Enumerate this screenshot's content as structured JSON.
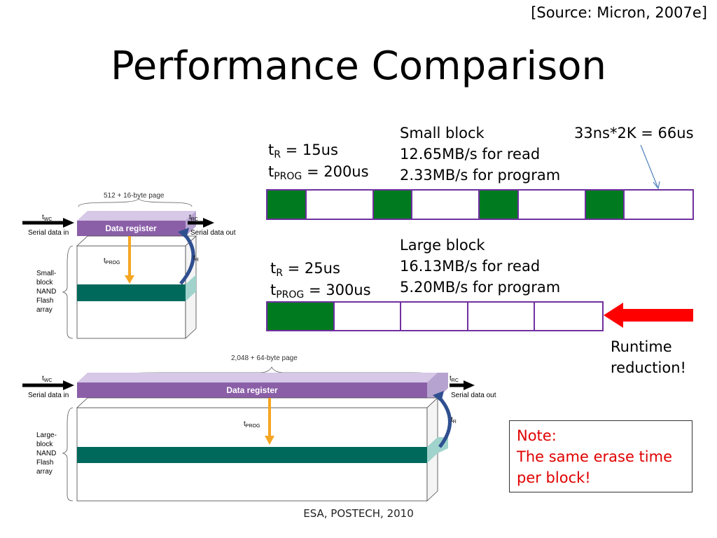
{
  "source": "[Source: Micron, 2007e]",
  "title": "Performance Comparison",
  "small_block": {
    "tR": "t",
    "tR_sub": "R",
    "tR_value": " = 15us",
    "tPROG": "t",
    "tPROG_sub": "PROG",
    "tPROG_value": " = 200us",
    "heading": "Small block",
    "read": "12.65MB/s for read",
    "program": "2.33MB/s for program",
    "transfer_note": "33ns*2K = 66us",
    "bar_cells": [
      "green",
      "white",
      "green",
      "white",
      "green",
      "white",
      "green",
      "white"
    ]
  },
  "large_block": {
    "tR": "t",
    "tR_sub": "R",
    "tR_value": " = 25us",
    "tPROG": "t",
    "tPROG_sub": "PROG",
    "tPROG_value": " = 300us",
    "heading": "Large block",
    "read": "16.13MB/s for read",
    "program": "5.20MB/s for program",
    "bar_cells": [
      "green",
      "white",
      "white",
      "white",
      "white"
    ]
  },
  "runtime": {
    "line1": "Runtime",
    "line2": "reduction!"
  },
  "note": {
    "line1": "Note:",
    "line2": "The same erase time",
    "line3": "per block!"
  },
  "footer": "ESA, POSTECH, 2010",
  "diagram_small": {
    "page_label": "512 + 16-byte page",
    "twc": "t",
    "twc_sub": "WC",
    "serial_in": "Serial data in",
    "trc": "t",
    "trc_sub": "RC",
    "serial_out": "Serial data out",
    "register": "Data register",
    "tprog": "t",
    "tprog_sub": "PROG",
    "tr": "t",
    "tr_sub": "R",
    "array_label": [
      "Small-",
      "block",
      "NAND",
      "Flash",
      "array"
    ]
  },
  "diagram_large": {
    "page_label": "2,048 + 64-byte page",
    "twc": "t",
    "twc_sub": "WC",
    "serial_in": "Serial data in",
    "trc": "t",
    "trc_sub": "RC",
    "serial_out": "Serial data out",
    "register": "Data register",
    "tprog": "t",
    "tprog_sub": "PROG",
    "tr": "t",
    "tr_sub": "R",
    "array_label": [
      "Large-",
      "block",
      "NAND",
      "Flash",
      "array"
    ]
  },
  "colors": {
    "bar_border": "#7030a0",
    "bar_fill": "#007a1e",
    "register": "#8b5fa8",
    "array_band": "#00695c",
    "prog_arrow": "#f5a623",
    "read_arrow": "#2f4f8f",
    "runtime_arrow": "#ff0000",
    "note_text": "#e00000"
  }
}
